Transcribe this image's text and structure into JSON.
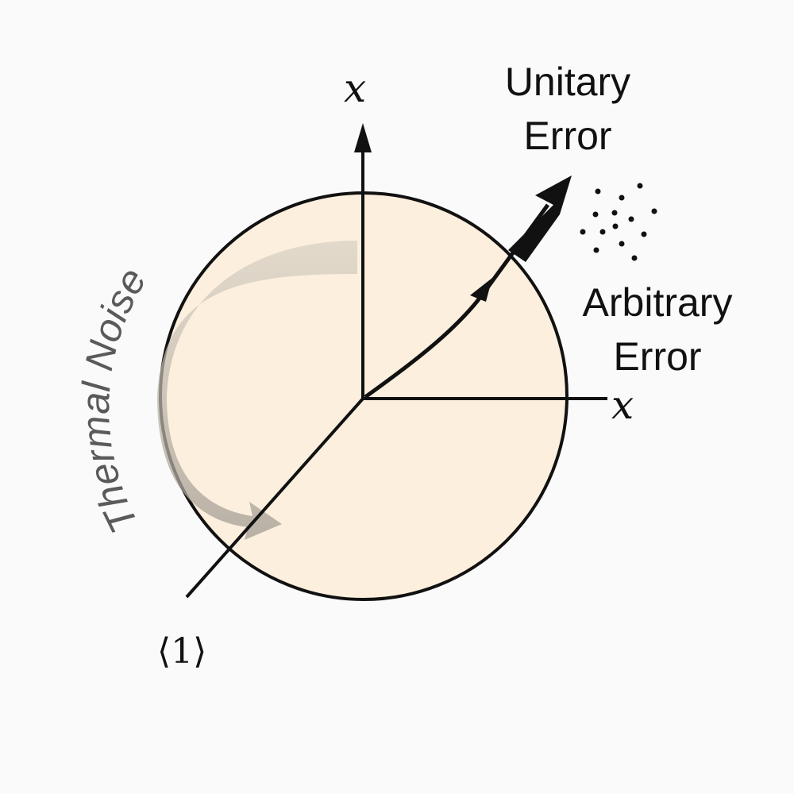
{
  "labels": {
    "vertical_axis": "x",
    "horizontal_axis": "x",
    "diagonal_axis": "⟨1⟩",
    "unitary_line1": "Unitary",
    "unitary_line2": "Error",
    "arbitrary_line1": "Arbitrary",
    "arbitrary_line2": "Error",
    "thermal_noise": "Thermal Noise"
  },
  "colors": {
    "sphere_fill": "#fcefdd",
    "stroke": "#111111",
    "noise_arrow": "#a8a297",
    "background": "#fafafa"
  }
}
